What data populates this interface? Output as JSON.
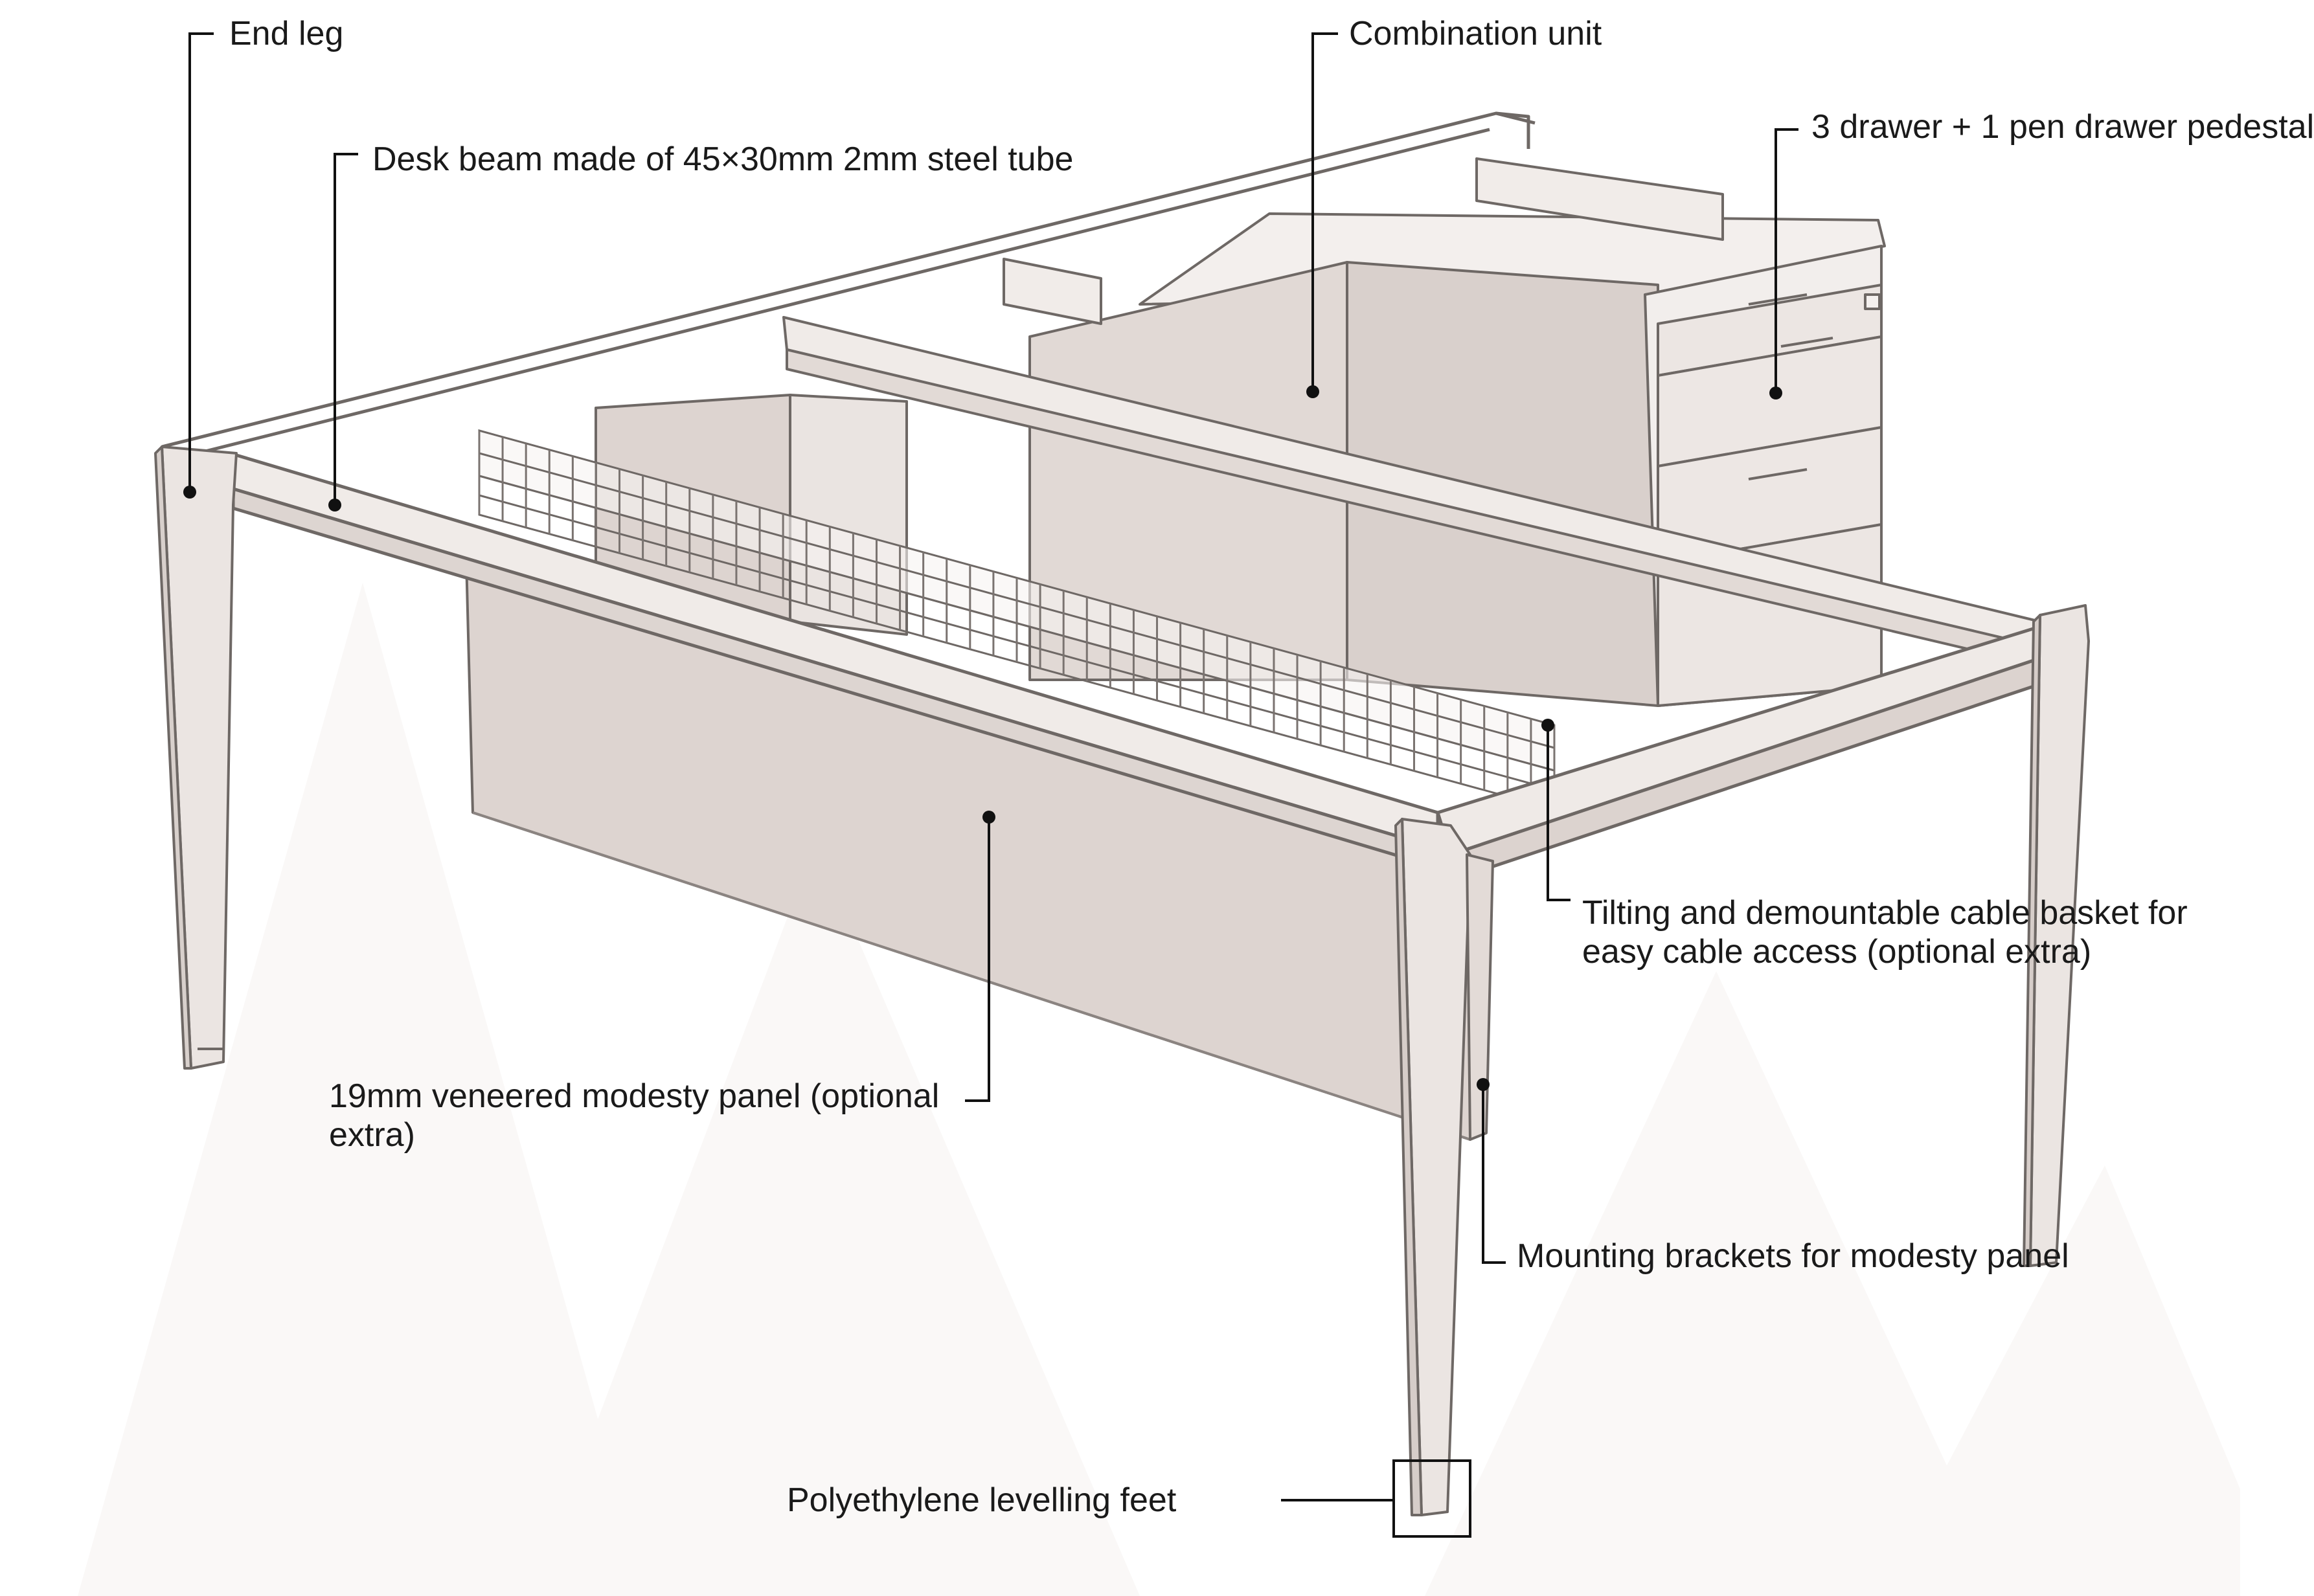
{
  "callouts": {
    "end_leg": "End leg",
    "desk_beam": "Desk beam made of 45×30mm 2mm steel tube",
    "combination_unit": "Combination unit",
    "pedestal": "3 drawer + 1 pen drawer pedestal",
    "cable_basket": "Tilting and demountable cable basket for easy cable access (optional extra)",
    "modesty_panel": "19mm veneered modesty panel (optional extra)",
    "mounting_brackets": "Mounting brackets for modesty panel",
    "levelling_feet": "Polyethylene levelling feet"
  },
  "colors": {
    "frame": "#ece6e3",
    "frame_dark": "#d9d1cd",
    "panel": "#dcd3cf",
    "outline": "#6e6865",
    "leader": "#111111",
    "text": "#1a1a1a"
  }
}
